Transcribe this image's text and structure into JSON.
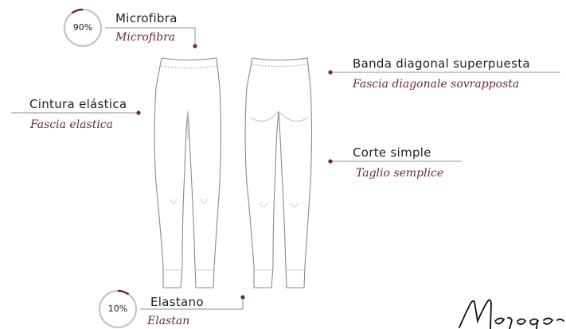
{
  "colors": {
    "accent": "#6b2a3e",
    "ring": "#bdbdbd",
    "line": "#9a9a9a",
    "text": "#1f1f1f"
  },
  "composition": [
    {
      "percent_label": "90%",
      "percent": 90,
      "label_es": "Microfibra",
      "label_it": "Microfibra"
    },
    {
      "percent_label": "10%",
      "percent": 10,
      "label_es": "Elastano",
      "label_it": "Elastan"
    }
  ],
  "features": [
    {
      "label_es": "Cintura elástica",
      "label_it": "Fascia elastica"
    },
    {
      "label_es": "Banda diagonal superpuesta",
      "label_it": "Fascia diagonale sovrapposta"
    },
    {
      "label_es": "Corte simple",
      "label_it": "Taglio semplice"
    }
  ],
  "signature": "Mapogo"
}
